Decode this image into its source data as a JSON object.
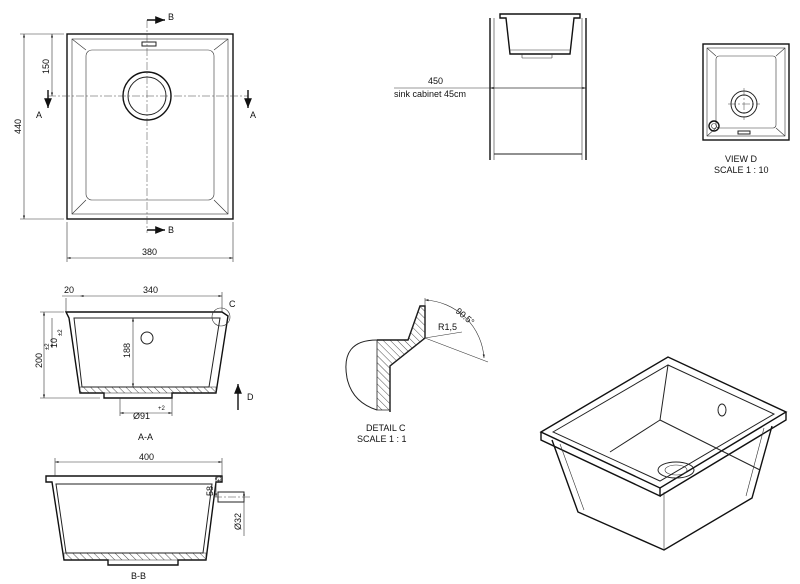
{
  "plan_view": {
    "dim_width": "380",
    "dim_height": "440",
    "dim_drain_offset": "150",
    "section_a_left": "A",
    "section_a_right": "A",
    "section_b_top": "B",
    "section_b_bottom": "B"
  },
  "cabinet_view": {
    "dim_width": "450",
    "cabinet_note": "sink cabinet 45cm"
  },
  "view_d": {
    "title": "VIEW D",
    "scale": "SCALE 1 : 10"
  },
  "section_aa": {
    "dim_top_width": "340",
    "dim_rim": "20",
    "dim_height": "200",
    "dim_height_tol": "±2",
    "dim_rim_thickness": "10",
    "dim_rim_thickness_tol": "±2",
    "dim_inner_depth": "188",
    "dim_drain": "Ø91",
    "dim_drain_tol": "+2",
    "detail_callout": "C",
    "view_arrow": "D",
    "caption": "A-A"
  },
  "section_bb": {
    "dim_width": "400",
    "dim_overflow": "58",
    "dim_overflow_tol": "±1",
    "dim_overflow_hole": "Ø32",
    "caption": "B-B"
  },
  "detail_c": {
    "angle": "90.5°",
    "radius": "R1,5",
    "title": "DETAIL C",
    "scale": "SCALE 1 : 1"
  }
}
